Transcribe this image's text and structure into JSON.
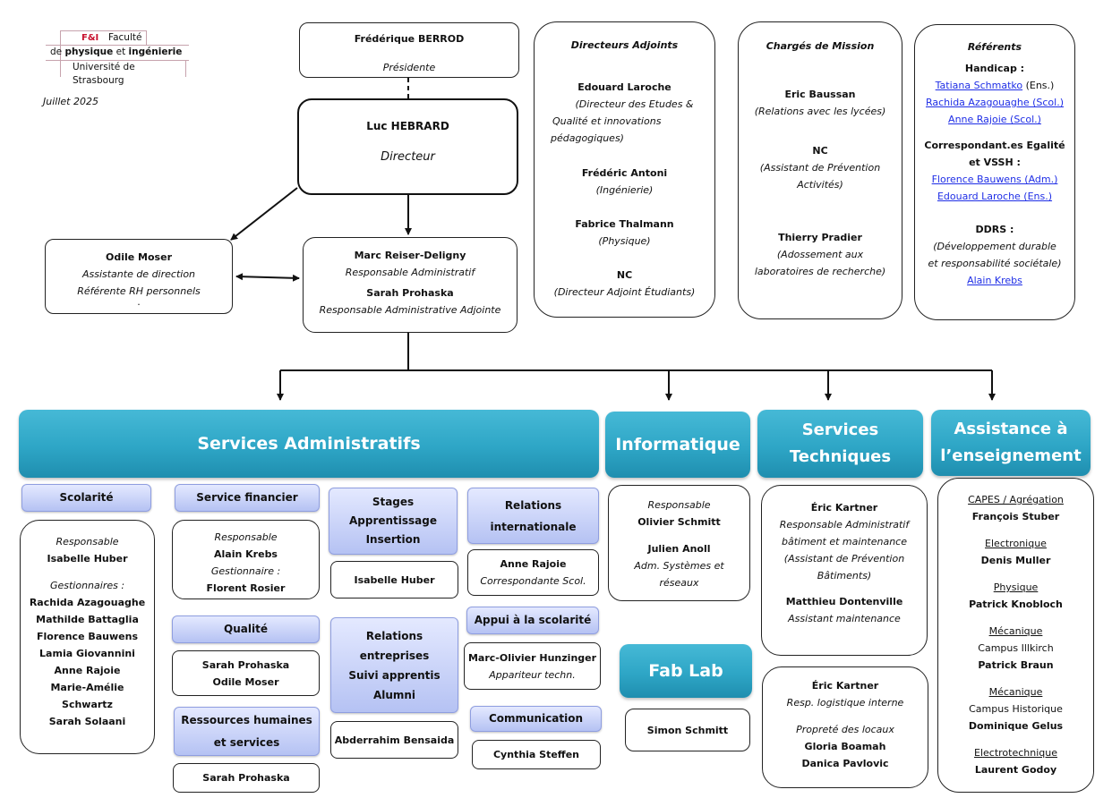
{
  "logo": {
    "fp": "F&I",
    "line1": "Faculté",
    "line2a": "de ",
    "line2b": "physique",
    "line2c": " et ",
    "line2d": "ingénierie",
    "line3": "Université de Strasbourg"
  },
  "date": "Juillet 2025",
  "presidente": {
    "name": "Frédérique BERROD",
    "role": "Présidente"
  },
  "directeur": {
    "name": "Luc HEBRARD",
    "role": "Directeur"
  },
  "assistante": {
    "name": "Odile Moser",
    "role1": "Assistante de direction",
    "role2": "Référente RH personnels",
    "extra": "."
  },
  "admin": {
    "name1": "Marc Reiser-Deligny",
    "role1": "Responsable Administratif",
    "name2": "Sarah Prohaska",
    "role2": "Responsable Administrative Adjointe"
  },
  "directeurs_adjoints": {
    "title": "Directeurs Adjoints",
    "p1_name": "Edouard Laroche",
    "p1_role_a": "(Directeur des Etudes &",
    "p1_role_b": "Qualité et innovations",
    "p1_role_c": "pédagogiques)",
    "p2_name": "Frédéric Antoni",
    "p2_role": "(Ingénierie)",
    "p3_name": "Fabrice Thalmann",
    "p3_role": "(Physique)",
    "p4_name": "NC",
    "p4_role": "(Directeur Adjoint Étudiants)"
  },
  "charges_mission": {
    "title": "Chargés de Mission",
    "p1_name": "Eric Baussan",
    "p1_role": "(Relations avec les lycées)",
    "p2_name": "NC",
    "p2_role_a": "(Assistant de Prévention",
    "p2_role_b": "Activités)",
    "p3_name": "Thierry Pradier",
    "p3_role_a": "(Adossement aux",
    "p3_role_b": "laboratoires de recherche)"
  },
  "referents": {
    "title": "Référents",
    "handicap": "Handicap :",
    "h1": "Tatiana Schmatko",
    "h1s": " (Ens.)",
    "h2": "Rachida Azagouaghe (Scol.)",
    "h3": "Anne Rajoie (Scol.)",
    "egalite_a": "Correspondant.es Egalité",
    "egalite_b": "et VSSH :",
    "e1": "Florence Bauwens (Adm.)",
    "e2": "Edouard Laroche (Ens.)",
    "ddrs": "DDRS :",
    "ddrs_a": "(Développement durable",
    "ddrs_b": "et responsabilité sociétale)",
    "d1": "Alain Krebs"
  },
  "departments": {
    "admin": "Services Administratifs",
    "info": "Informatique",
    "tech_a": "Services",
    "tech_b": "Techniques",
    "assist_a": "Assistance à",
    "assist_b": "l’enseignement",
    "fablab": "Fab Lab"
  },
  "scolarite": {
    "label": "Scolarité",
    "resp": "Responsable",
    "resp_name": "Isabelle Huber",
    "gest": "Gestionnaires :",
    "members": [
      "Rachida Azagouaghe",
      "Mathilde Battaglia",
      "Florence Bauwens",
      "Lamia Giovannini",
      "Anne Rajoie",
      "Marie-Amélie",
      "Schwartz",
      "Sarah Solaani"
    ]
  },
  "financier": {
    "label": "Service financier",
    "resp": "Responsable",
    "resp_name": "Alain Krebs",
    "gest": "Gestionnaire :",
    "gest_name": "Florent Rosier"
  },
  "qualite": {
    "label": "Qualité",
    "n1": "Sarah Prohaska",
    "n2": "Odile Moser"
  },
  "rh": {
    "label_a": "Ressources humaines",
    "label_b": "et services",
    "n1": "Sarah Prohaska"
  },
  "stages": {
    "l1": "Stages",
    "l2": "Apprentissage",
    "l3": "Insertion",
    "n1": "Isabelle Huber"
  },
  "relent": {
    "l1": "Relations",
    "l2": "entreprises",
    "l3": "Suivi  apprentis",
    "l4": "Alumni",
    "n1": "Abderrahim Bensaida"
  },
  "relint": {
    "l1": "Relations",
    "l2": "internationale",
    "n1": "Anne Rajoie",
    "r1": "Correspondante Scol."
  },
  "appui": {
    "label": "Appui à la scolarité",
    "n1": "Marc-Olivier Hunzinger",
    "r1": "Appariteur techn."
  },
  "comm": {
    "label": "Communication",
    "n1": "Cynthia Steffen"
  },
  "informatique": {
    "resp": "Responsable",
    "n1": "Olivier Schmitt",
    "n2": "Julien Anoll",
    "r2a": "Adm. Systèmes et",
    "r2b": "réseaux"
  },
  "fablab_box": {
    "n1": "Simon Schmitt"
  },
  "technique1": {
    "n1": "Éric Kartner",
    "r1a": "Responsable Administratif",
    "r1b": "bâtiment et maintenance",
    "r1c": "(Assistant de Prévention",
    "r1d": "Bâtiments)",
    "n2": "Matthieu Dontenville",
    "r2": "Assistant maintenance"
  },
  "technique2": {
    "n1": "Éric Kartner",
    "r1": "Resp. logistique interne",
    "r2": "Propreté des locaux",
    "n2": "Gloria Boamah",
    "n3": "Danica Pavlovic"
  },
  "assistance": {
    "c1": "CAPES / Agrégation",
    "c1n": "François Stuber",
    "c2": "Electronique",
    "c2n": "Denis Muller",
    "c3": "Physique",
    "c3n": "Patrick Knobloch",
    "c4": "Mécanique",
    "c4s": "Campus Illkirch",
    "c4n": "Patrick Braun",
    "c5": "Mécanique",
    "c5s": "Campus Historique",
    "c5n": "Dominique Gelus",
    "c6": "Electrotechnique",
    "c6n": "Laurent Godoy"
  }
}
